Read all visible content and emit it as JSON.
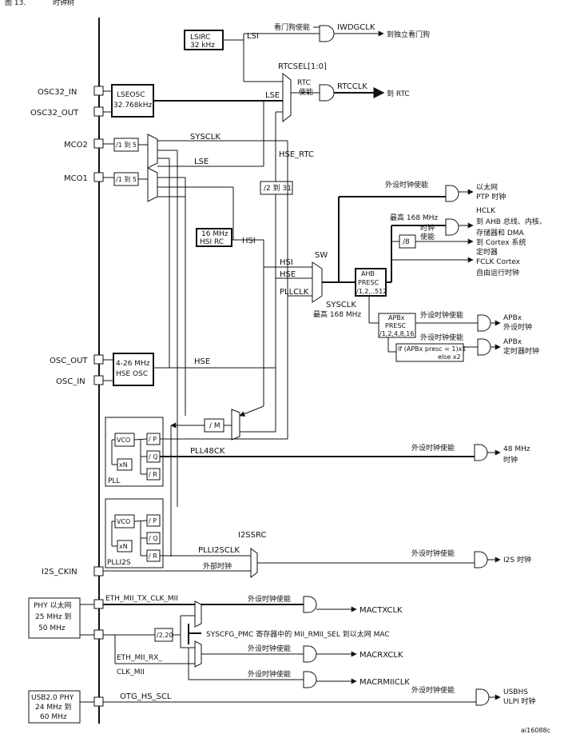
{
  "header": {
    "figure_label": "图 13.",
    "figure_title": "时钟树"
  },
  "pins": {
    "osc32_in": "OSC32_IN",
    "osc32_out": "OSC32_OUT",
    "mco2": "MCO2",
    "mco1": "MCO1",
    "osc_out": "OSC_OUT",
    "osc_in": "OSC_IN",
    "i2s_ckin": "I2S_CKIN"
  },
  "blocks": {
    "lsirc": [
      "LSIRC",
      "32 kHz"
    ],
    "lseosc": [
      "LSEOSC",
      "32.768kHz"
    ],
    "hsirc": [
      "16 MHz",
      "HSI RC"
    ],
    "hseosc": [
      "4-26 MHz",
      "HSE OSC"
    ],
    "div_mco": "/1 到 5",
    "div_rtc": "/2 到 31",
    "div_m": "/ M",
    "div_8": "/8",
    "div_2_20": "/2,20",
    "ahb": [
      "AHB",
      "PRESC",
      "/1,2,..512"
    ],
    "apb": [
      "APBx",
      "PRESC",
      "/1,2,4,8,16"
    ],
    "apb_mult": [
      "If (APBx presc = 1)x1",
      "else x2"
    ],
    "vco": "VCO",
    "xn": "xN",
    "div_p": "/ P",
    "div_q": "/ Q",
    "div_r": "/ R",
    "pll": "PLL",
    "plli2s": "PLLI2S",
    "phy_eth": [
      "PHY 以太网",
      "25 MHz 到",
      "50 MHz"
    ],
    "phy_usb": [
      "USB2.0 PHY",
      "24 MHz 到",
      "60 MHz"
    ]
  },
  "signals": {
    "lsi": "LSI",
    "lse": "LSE",
    "lse_mco": "LSE",
    "sysclk_mco": "SYSCLK",
    "rtcsel": "RTCSEL[1:0]",
    "hse_rtc": "HSE_RTC",
    "hsi_out": "HSI",
    "hsi_sw": "HSI",
    "hse_sw": "HSE",
    "pllclk": "PLLCLK",
    "sw": "SW",
    "sysclk": "SYSCLK",
    "sysclk_max": "最高 168 MHz",
    "hse": "HSE",
    "pll48ck": "PLL48CK",
    "plli2sclk": "PLLI2SCLK",
    "i2ssrc": "I2SSRC",
    "ext_clk": "外部时钟",
    "eth_tx": "ETH_MII_TX_CLK_MII",
    "eth_rx": [
      "ETH_MII_RX_",
      "CLK_MII"
    ],
    "sel_rmii": "SYSCFG_PMC 寄存器中的 MII_RMII_SEL 到以太网 MAC",
    "otg": "OTG_HS_SCL",
    "iwdg_en": "看门狗使能",
    "rtc_en": [
      "RTC",
      "使能"
    ],
    "periph_en": "外设时钟使能",
    "hclk_max": "最高 168 MHz",
    "clk_en": [
      "时钟",
      "使能"
    ]
  },
  "outputs": {
    "iwdgclk": "IWDGCLK",
    "iwdg_dest": "到独立看门狗",
    "rtcclk": "RTCCLK",
    "rtc_dest": "到 RTC",
    "ptp": [
      "以太网",
      "PTP 时钟"
    ],
    "hclk": [
      "HCLK",
      "到 AHB 总线、内核、",
      "存储器和 DMA"
    ],
    "cortex_timer": [
      "到 Cortex 系统",
      "定时器"
    ],
    "fclk": [
      "FCLK Cortex",
      "自由运行时钟"
    ],
    "apb_periph": [
      "APBx",
      "外设时钟"
    ],
    "apb_timer": [
      "APBx",
      "定时器时钟"
    ],
    "mhz48": [
      "48 MHz",
      "时钟"
    ],
    "i2s": "I2S 时钟",
    "mactxclk": "MACTXCLK",
    "macrxclk": "MACRXCLK",
    "macrmiiclk": "MACRMIICLK",
    "usbhs": [
      "USBHS",
      "ULPI 时钟"
    ]
  },
  "footer": {
    "code": "ai16088c"
  }
}
